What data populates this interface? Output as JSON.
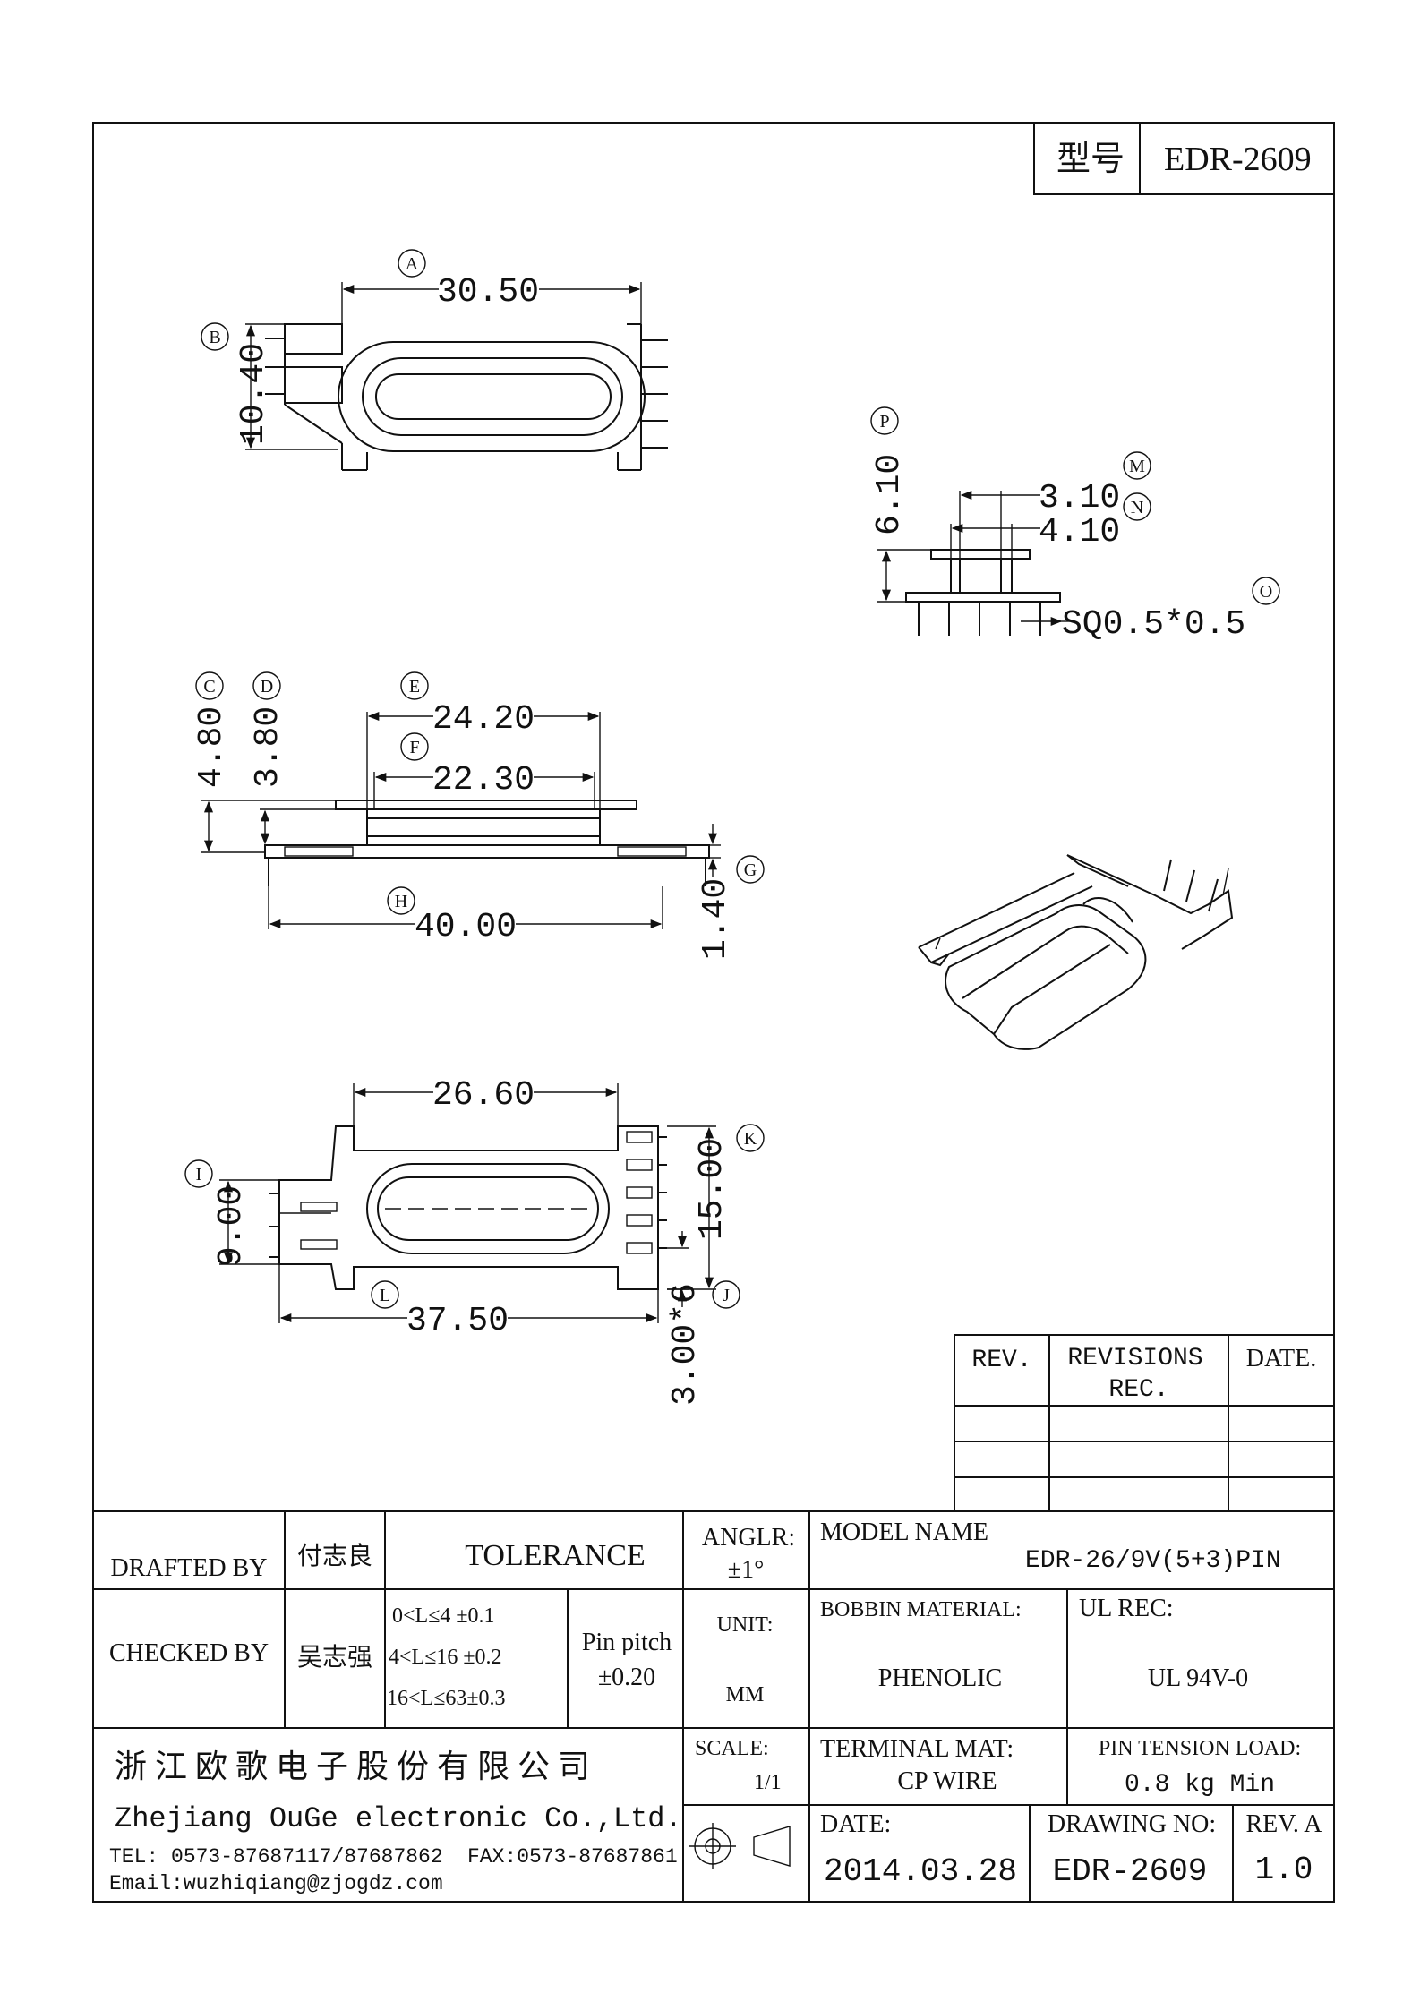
{
  "header": {
    "model_label": "型号",
    "model_value": "EDR-2609"
  },
  "top_view": {
    "callouts": {
      "a": "A",
      "b": "B"
    },
    "dims": {
      "a": "30.50",
      "b": "10.40"
    }
  },
  "side_view": {
    "callouts": {
      "p": "P",
      "m": "M",
      "n": "N",
      "o": "O"
    },
    "dims": {
      "p": "6.10",
      "m": "3.10",
      "n": "4.10",
      "o": "SQ0.5*0.5"
    }
  },
  "front_view": {
    "callouts": {
      "c": "C",
      "d": "D",
      "e": "E",
      "f": "F",
      "g": "G",
      "h": "H"
    },
    "dims": {
      "c": "4.80",
      "d": "3.80",
      "e": "24.20",
      "f": "22.30",
      "g": "1.40",
      "h": "40.00"
    }
  },
  "bottom_view": {
    "callouts": {
      "i": "I",
      "j": "J",
      "k": "K",
      "l": "L"
    },
    "dims": {
      "top": "26.60",
      "i": "9.00",
      "j": "3.00*6",
      "k": "15.00",
      "l": "37.50"
    }
  },
  "revisions": {
    "headers": [
      "REV.",
      "REVISIONS",
      "REC.",
      "DATE."
    ]
  },
  "title_block": {
    "drafted_by_label": "DRAFTED BY",
    "drafted_by_name": "付志良",
    "checked_by_label": "CHECKED BY",
    "checked_by_name": "吴志强",
    "tolerance_label": "TOLERANCE",
    "tolerances": [
      "0<L≤4 ±0.1",
      "4<L≤16 ±0.2",
      "16<L≤63±0.3"
    ],
    "pin_pitch_label": "Pin pitch",
    "pin_pitch_value": "±0.20",
    "angle_label": "ANGLR:",
    "angle_value": "±1°",
    "unit_label": "UNIT:",
    "unit_value": "MM",
    "model_name_label": "MODEL NAME",
    "model_name_value": "EDR-26/9V(5+3)PIN",
    "bobbin_label": "BOBBIN MATERIAL:",
    "bobbin_value": "PHENOLIC",
    "ul_label": "UL REC:",
    "ul_value": "UL 94V-0",
    "company_cn": "浙 江 欧 歌 电 子 股 份 有 限 公 司",
    "company_en": "Zhejiang OuGe electronic Co.,Ltd.",
    "tel": "TEL: 0573-87687117/87687862",
    "fax": "FAX:0573-87687861",
    "email": "Email:wuzhiqiang@zjogdz.com",
    "scale_label": "SCALE:",
    "scale_value": "1/1",
    "terminal_label": "TERMINAL MAT:",
    "terminal_value": "CP WIRE",
    "pin_tension_label": "PIN TENSION LOAD:",
    "pin_tension_value": "0.8 kg Min",
    "date_label": "DATE:",
    "date_value": "2014.03.28",
    "drawing_no_label": "DRAWING NO:",
    "drawing_no_value": "EDR-2609",
    "rev_label": "REV. A",
    "rev_value": "1.0"
  }
}
